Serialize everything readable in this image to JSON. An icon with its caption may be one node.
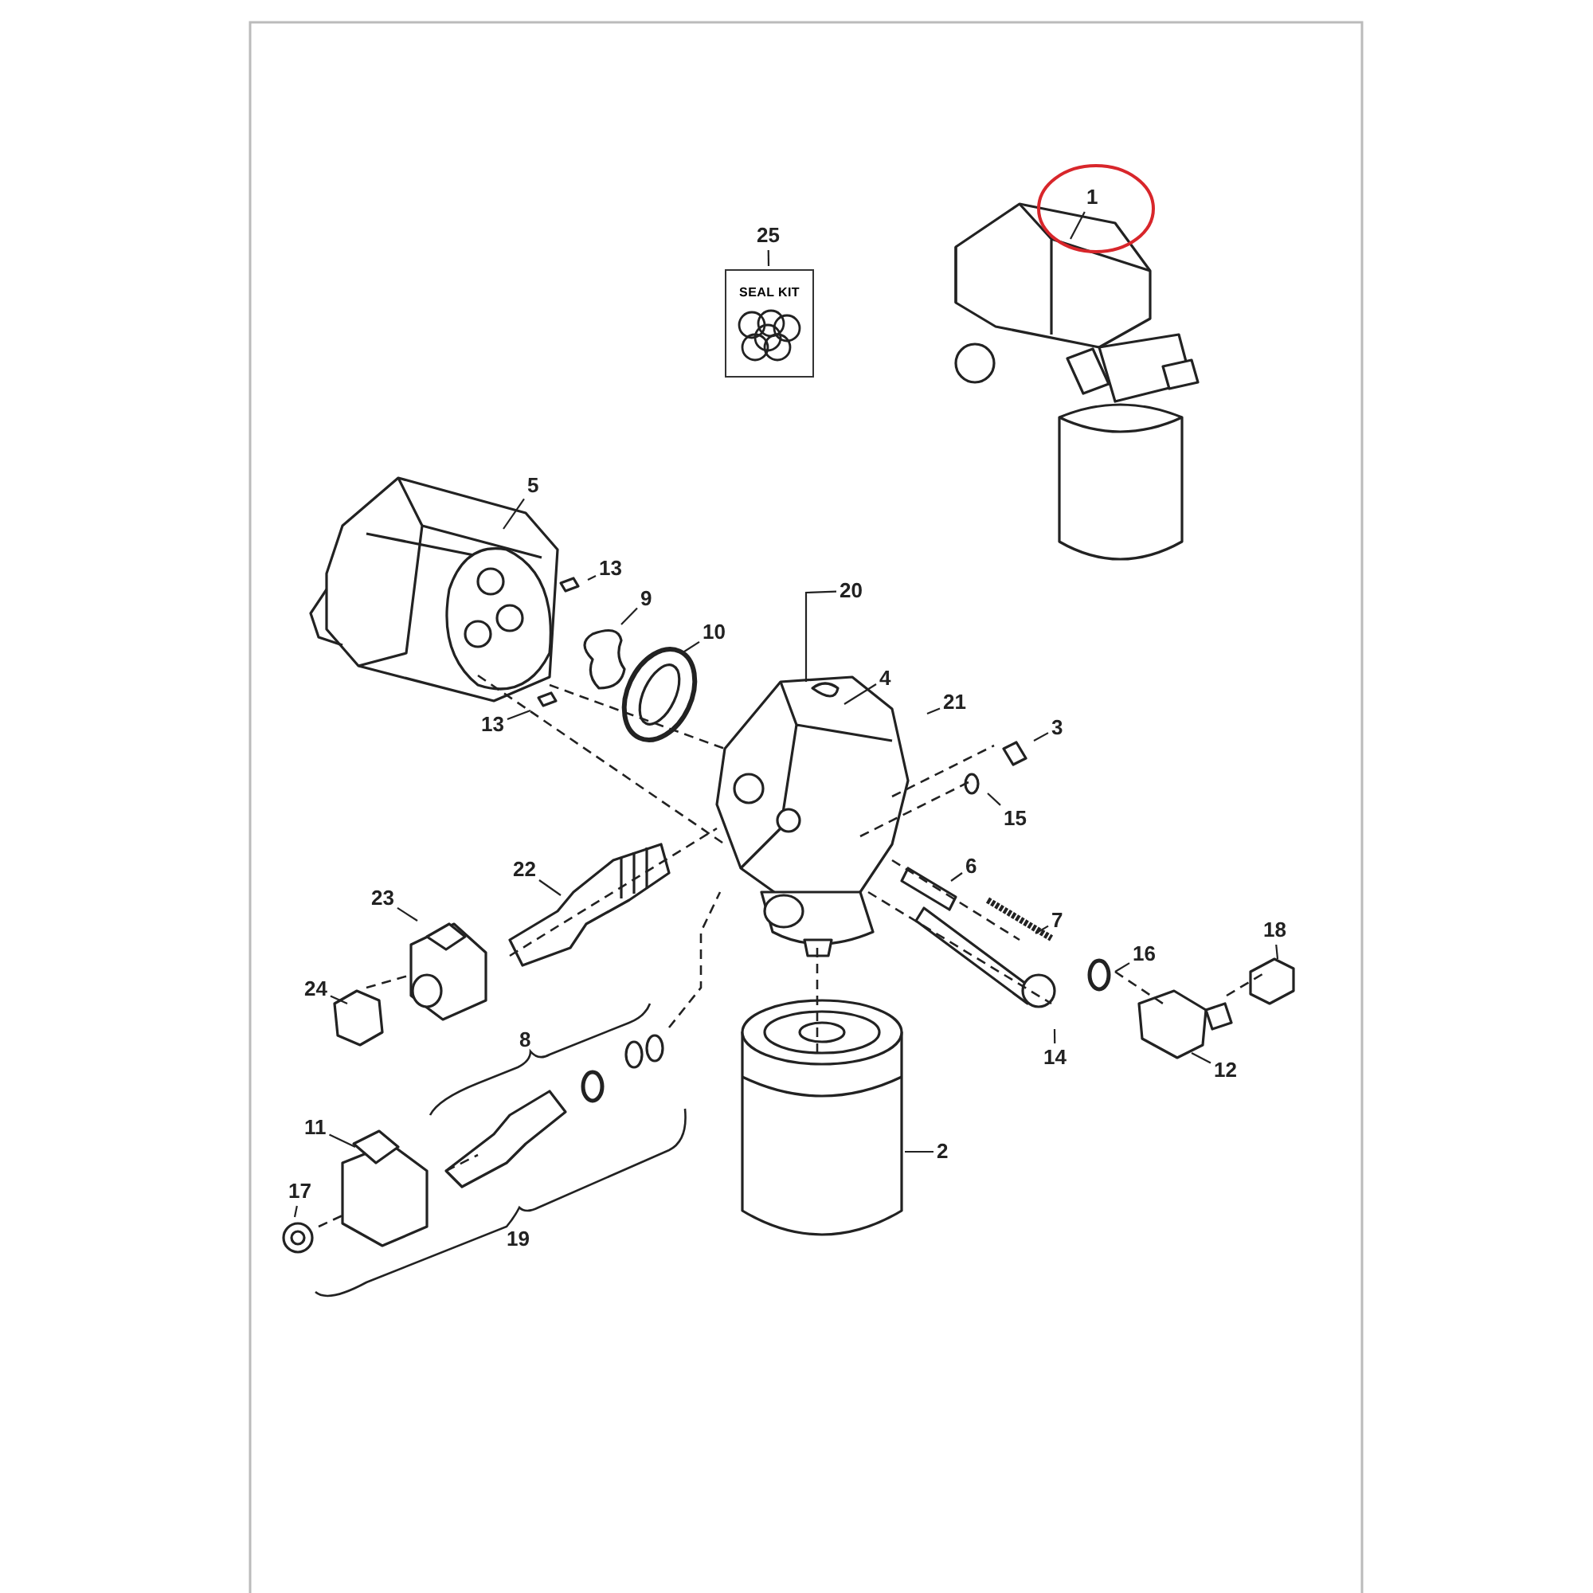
{
  "diagram": {
    "nodes": [
      {
        "text": [
          "1"
        ]
      },
      {
        "text": [
          "25"
        ]
      },
      {
        "text": [
          "SEAL KIT"
        ]
      },
      {
        "text": [
          "5"
        ]
      },
      {
        "text": [
          "13"
        ]
      },
      {
        "text": [
          "20"
        ]
      },
      {
        "text": [
          "9"
        ]
      },
      {
        "text": [
          "10"
        ]
      },
      {
        "text": [
          "4"
        ]
      },
      {
        "text": [
          "21"
        ]
      },
      {
        "text": [
          "13"
        ]
      },
      {
        "text": [
          "3"
        ]
      },
      {
        "text": [
          "15"
        ]
      },
      {
        "text": [
          "6"
        ]
      },
      {
        "text": [
          "22"
        ]
      },
      {
        "text": [
          "23"
        ]
      },
      {
        "text": [
          "7"
        ]
      },
      {
        "text": [
          "18"
        ]
      },
      {
        "text": [
          "16"
        ]
      },
      {
        "text": [
          "24"
        ]
      },
      {
        "text": [
          "14"
        ]
      },
      {
        "text": [
          "12"
        ]
      },
      {
        "text": [
          "11"
        ]
      },
      {
        "text": [
          "2"
        ]
      },
      {
        "text": [
          "17"
        ]
      }
    ],
    "edges": [
      {
        "from": 0,
        "to": null,
        "arrow": "none"
      },
      {
        "from": 1,
        "to": 2,
        "arrow": "none"
      },
      {
        "from": 3,
        "to": null,
        "arrow": "none"
      },
      {
        "from": 4,
        "to": null,
        "arrow": "none"
      },
      {
        "from": 5,
        "to": null,
        "arrow": "none"
      },
      {
        "from": 6,
        "to": null,
        "arrow": "none"
      },
      {
        "from": 7,
        "to": null,
        "arrow": "none"
      },
      {
        "from": 8,
        "to": null,
        "arrow": "none"
      },
      {
        "from": 9,
        "to": null,
        "arrow": "none"
      },
      {
        "from": 10,
        "to": null,
        "arrow": "none"
      },
      {
        "from": 11,
        "to": null,
        "arrow": "none"
      },
      {
        "from": 12,
        "to": null,
        "arrow": "none"
      },
      {
        "from": 13,
        "to": null,
        "arrow": "none"
      },
      {
        "from": 14,
        "to": null,
        "arrow": "none"
      },
      {
        "from": 15,
        "to": null,
        "arrow": "none"
      },
      {
        "from": 16,
        "to": null,
        "arrow": "none"
      },
      {
        "from": 17,
        "to": null,
        "arrow": "none"
      },
      {
        "from": 18,
        "to": null,
        "arrow": "none"
      },
      {
        "from": 19,
        "to": null,
        "arrow": "none"
      },
      {
        "from": 20,
        "to": null,
        "arrow": "none"
      },
      {
        "from": 21,
        "to": null,
        "arrow": "none"
      },
      {
        "from": 22,
        "to": null,
        "arrow": "none"
      },
      {
        "from": 23,
        "to": null,
        "arrow": "none"
      },
      {
        "from": 24,
        "to": null,
        "arrow": "none"
      }
    ],
    "labels": [
      "8",
      "19"
    ]
  }
}
